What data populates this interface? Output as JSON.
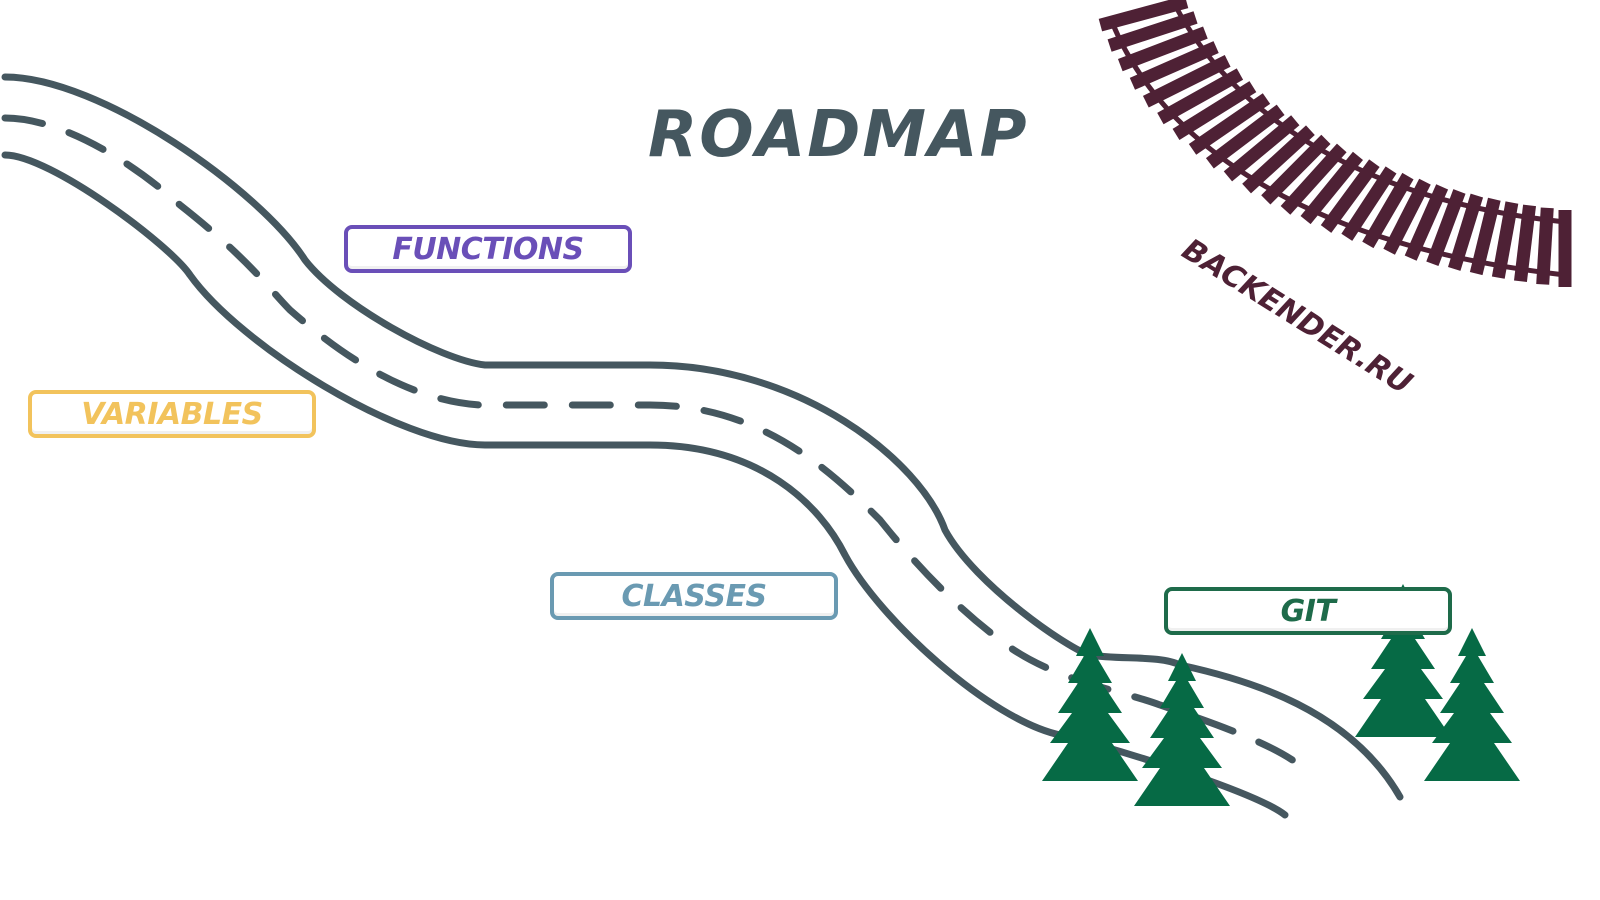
{
  "title": "ROADMAP",
  "topics": [
    {
      "label": "FUNCTIONS",
      "color": "#6a4fb8"
    },
    {
      "label": "VARIABLES",
      "color": "#f2c35c"
    },
    {
      "label": "CLASSES",
      "color": "#6a9ab2"
    },
    {
      "label": "GIT",
      "color": "#1e6b4a"
    }
  ],
  "site": {
    "label": "BACKENDER.RU",
    "color": "#4e2135"
  },
  "colors": {
    "road": "#45575f",
    "tree": "#066a45",
    "rails": "#4e2135"
  }
}
